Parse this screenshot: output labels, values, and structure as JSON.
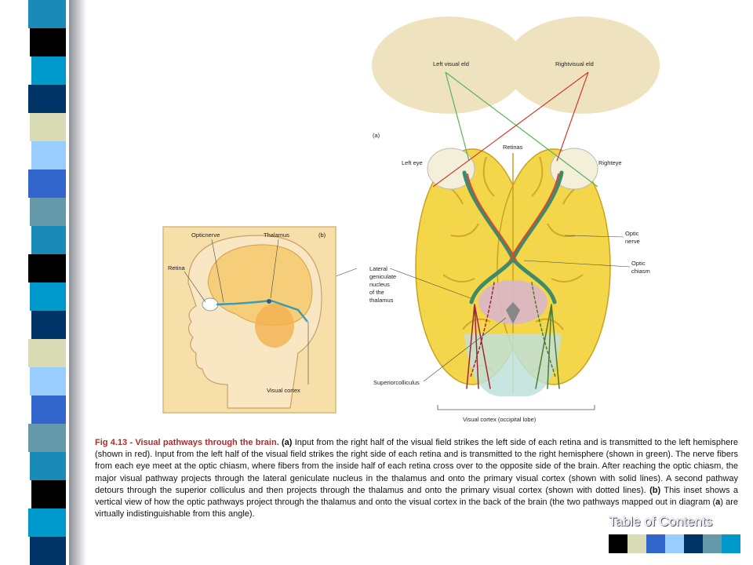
{
  "figure": {
    "part_a": "(a)",
    "part_b": "(b)",
    "left_visual_field": "Left visual eld",
    "right_visual_field": "Rightvisual eld",
    "retinas": "Retinas",
    "left_eye": "Left eye",
    "right_eye": "Righteye",
    "optic_nerve": [
      "Optic",
      "nerve"
    ],
    "optic_chiasm": [
      "Optic",
      "chiasm"
    ],
    "lateral_geniculate": [
      "Lateral",
      "geniculate",
      "nucleus",
      "of the",
      "thalamus"
    ],
    "superior_colliculus": "Superiorcolliculus",
    "visual_cortex_a": "Visual cortex (occipital lobe)",
    "inset_optic_nerve": "Opticnerve",
    "inset_thalamus": "Thalamus",
    "inset_retina": "Retina",
    "inset_visual_cortex": "Visual cortex"
  },
  "caption": {
    "lead": "Fig 4.13 - Visual pathways through the brain.",
    "p1_a": "(a)",
    "p1_text": "Input from the right half of the visual field strikes the left side of each retina and is transmitted to the left hemisphere (shown in red). Input from the left half of the visual field strikes the right side of each retina and is transmitted to the right hemisphere (shown in green). The nerve fibers from each eye meet at the optic chiasm, where fibers from the inside half of each retina cross over to the opposite side of the brain. After reaching the optic chiasm, the major visual pathway projects through the lateral geniculate nucleus in the thalamus and onto the primary visual cortex (shown with solid lines). A second pathway detours through the superior colliculus and then projects through the thalamus and onto the primary visual cortex (shown with dotted lines).",
    "p1_b": "(b)",
    "p2_text": "This inset shows a vertical view of how the optic pathways project through the thalamus and onto the visual cortex in the back of the brain (the two pathways mapped out in diagram (",
    "p2_a": "a",
    "p2_end": ") are virtually indistinguishable from this angle)."
  },
  "nav": {
    "toc_label": "Table of Contents",
    "swatch_colors": [
      "#000000",
      "#d9dbb4",
      "#3366cc",
      "#99ccff",
      "#003366",
      "#6699aa",
      "#0099cc"
    ]
  },
  "theme": {
    "sidebar_colors": [
      "#1a8ab8",
      "#003366",
      "#3366cc",
      "#000000",
      "#d9dbb4",
      "#6699aa",
      "#0099cc",
      "#99ccff"
    ]
  }
}
